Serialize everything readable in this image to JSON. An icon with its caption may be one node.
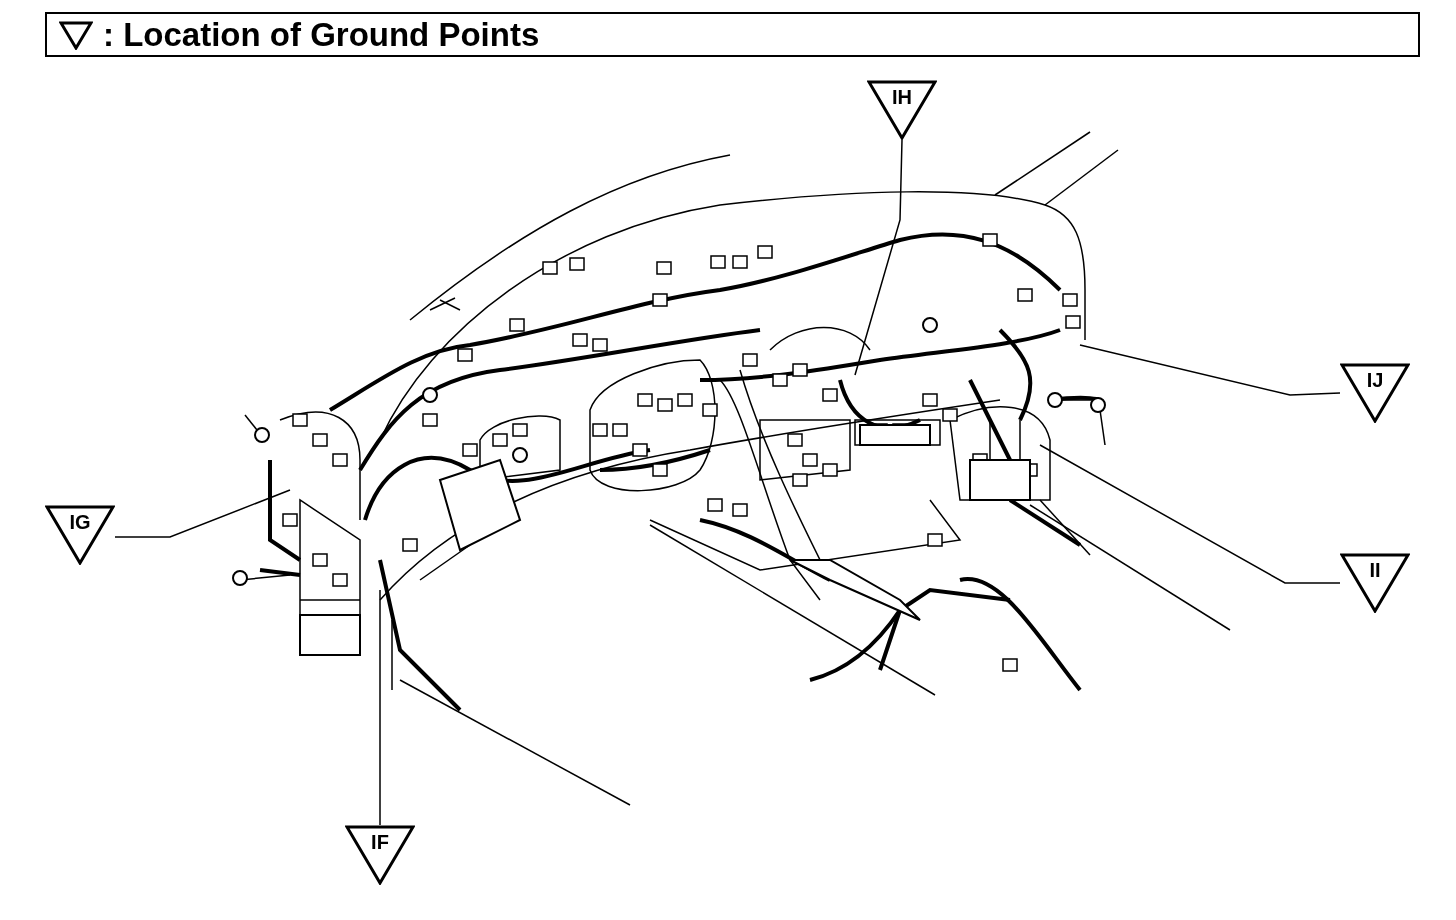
{
  "diagram": {
    "title": ": Location of Ground Points",
    "nodes": [
      {
        "text": [
          "IH"
        ]
      },
      {
        "text": [
          "IJ"
        ]
      },
      {
        "text": [
          "IG"
        ]
      },
      {
        "text": [
          "II"
        ]
      },
      {
        "text": [
          "IF"
        ]
      }
    ],
    "edges": [
      {
        "from": 0,
        "to": null,
        "arrow": "none"
      },
      {
        "from": 1,
        "to": null,
        "arrow": "none"
      },
      {
        "from": 2,
        "to": null,
        "arrow": "none"
      },
      {
        "from": 3,
        "to": null,
        "arrow": "none"
      },
      {
        "from": 4,
        "to": null,
        "arrow": "none"
      }
    ]
  }
}
